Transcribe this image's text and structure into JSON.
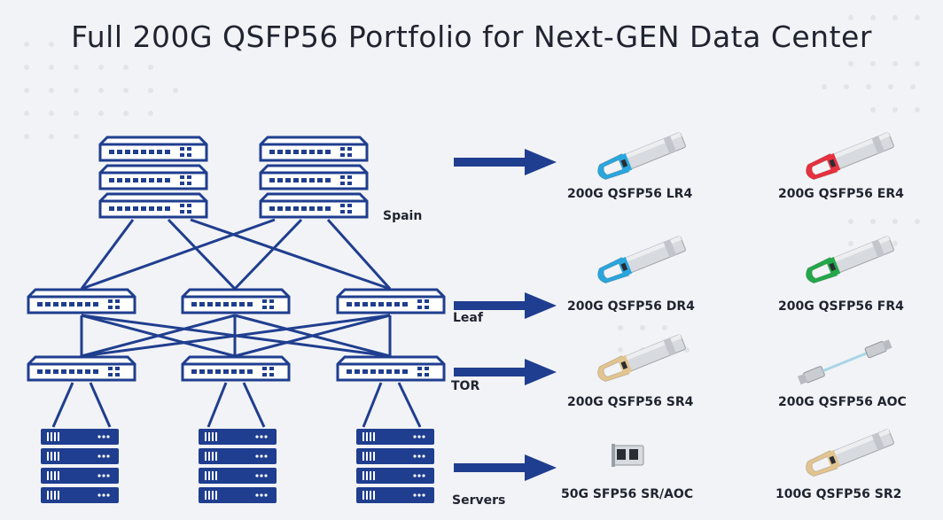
{
  "title": "Full 200G QSFP56 Portfolio for Next-GEN Data Center",
  "tiers": {
    "spine": "Spain",
    "leaf": "Leaf",
    "tor": "TOR",
    "servers": "Servers"
  },
  "products": [
    {
      "label": "200G QSFP56 LR4",
      "pull_tab_color": "#2aa6dd",
      "kind": "qsfp"
    },
    {
      "label": "200G QSFP56 ER4",
      "pull_tab_color": "#e8303e",
      "kind": "qsfp"
    },
    {
      "label": "200G QSFP56 DR4",
      "pull_tab_color": "#2aa6dd",
      "kind": "qsfp"
    },
    {
      "label": "200G QSFP56 FR4",
      "pull_tab_color": "#23a84a",
      "kind": "qsfp"
    },
    {
      "label": "200G QSFP56 SR4",
      "pull_tab_color": "#e2c48f",
      "kind": "qsfp"
    },
    {
      "label": "200G QSFP56 AOC",
      "pull_tab_color": "#a8d6e6",
      "kind": "aoc"
    },
    {
      "label": "50G SFP56 SR/AOC",
      "pull_tab_color": "#9aa0a8",
      "kind": "sfp"
    },
    {
      "label": "100G QSFP56 SR2",
      "pull_tab_color": "#e2c48f",
      "kind": "qsfp"
    }
  ],
  "colors": {
    "network_blue": "#1f3e8f",
    "arrow_blue": "#1f3e8f",
    "background": "#f2f3f6"
  }
}
